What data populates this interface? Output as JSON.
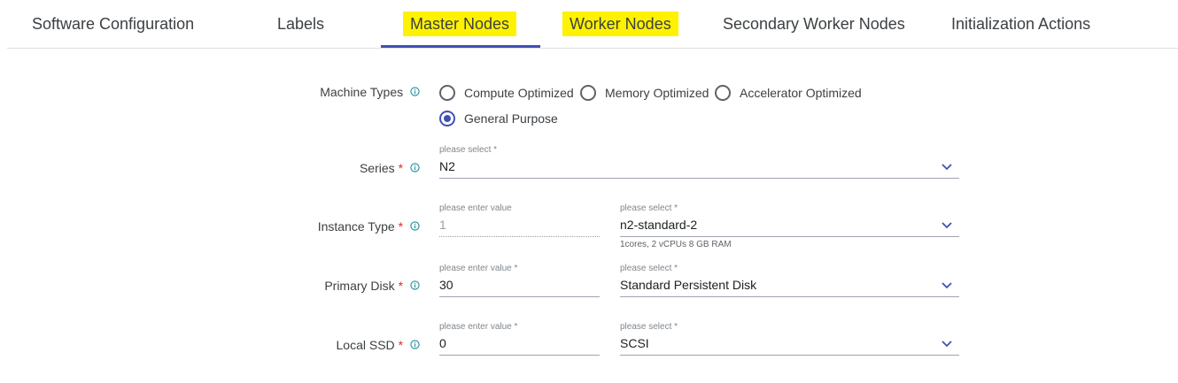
{
  "tabs": [
    {
      "label": "Software Configuration",
      "highlighted": false
    },
    {
      "label": "Labels",
      "highlighted": false
    },
    {
      "label": "Master Nodes",
      "highlighted": true,
      "active": true
    },
    {
      "label": "Worker Nodes",
      "highlighted": true
    },
    {
      "label": "Secondary Worker Nodes",
      "highlighted": false
    },
    {
      "label": "Initialization Actions",
      "highlighted": false
    }
  ],
  "colors": {
    "accent": "#3f51b5",
    "highlight": "#fff200",
    "required": "#d93025",
    "info": "#1e8e9e"
  },
  "form": {
    "machine_types": {
      "label": "Machine Types",
      "options": [
        {
          "label": "Compute Optimized",
          "selected": false
        },
        {
          "label": "Memory Optimized",
          "selected": false
        },
        {
          "label": "Accelerator Optimized",
          "selected": false
        },
        {
          "label": "General Purpose",
          "selected": true
        }
      ]
    },
    "series": {
      "label": "Series",
      "required_mark": "*",
      "hint": "please select *",
      "value": "N2"
    },
    "instance_type": {
      "label": "Instance Type",
      "required_mark": "*",
      "count_hint": "please enter value",
      "count_value": "1",
      "type_hint": "please select *",
      "type_value": "n2-standard-2",
      "type_subhint": "1cores, 2 vCPUs 8 GB RAM"
    },
    "primary_disk": {
      "label": "Primary Disk",
      "required_mark": "*",
      "size_hint": "please enter value *",
      "size_value": "30",
      "type_hint": "please select *",
      "type_value": "Standard Persistent Disk"
    },
    "local_ssd": {
      "label": "Local SSD",
      "required_mark": "*",
      "count_hint": "please enter value *",
      "count_value": "0",
      "type_hint": "please select *",
      "type_value": "SCSI"
    }
  }
}
